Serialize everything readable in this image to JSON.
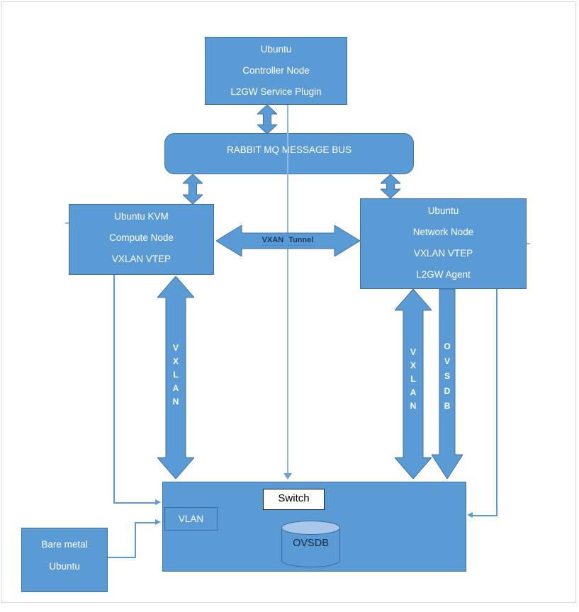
{
  "colors": {
    "node_fill": "#5B9BD5",
    "node_border": "#41719C",
    "node_text": "#FFFFFF",
    "connector_line": "#5B9BD5",
    "center_line": "#8FB8E0",
    "tunnel_text": "#17375E",
    "switch_label_text": "#000000",
    "cylinder_top_fill": "#A9C7E8",
    "cylinder_text": "#16293E",
    "frame_border": "#D9D9D9"
  },
  "nodes": {
    "controller": {
      "lines": [
        "Ubuntu",
        "Controller Node",
        "L2GW Service Plugin"
      ]
    },
    "message_bus": {
      "label": "RABBIT MQ MESSAGE BUS"
    },
    "compute": {
      "lines": [
        "Ubuntu KVM",
        "Compute Node",
        "VXLAN VTEP"
      ]
    },
    "network": {
      "lines": [
        "Ubuntu",
        "Network Node",
        "VXLAN VTEP",
        "L2GW Agent"
      ]
    },
    "bare_metal": {
      "lines": [
        "Bare metal",
        "Ubuntu"
      ]
    },
    "switch": {
      "label": "Switch",
      "vlan": "VLAN",
      "ovsdb": "OVSDB"
    }
  },
  "arrows": {
    "tunnel": {
      "words": [
        "VXAN",
        "Tunnel"
      ]
    },
    "vxlan_left": {
      "letters": [
        "V",
        "X",
        "L",
        "A",
        "N"
      ]
    },
    "vxlan_right": {
      "letters": [
        "V",
        "X",
        "L",
        "A",
        "N"
      ]
    },
    "ovsdb": {
      "letters": [
        "O",
        "V",
        "S",
        "D",
        "B"
      ]
    }
  }
}
